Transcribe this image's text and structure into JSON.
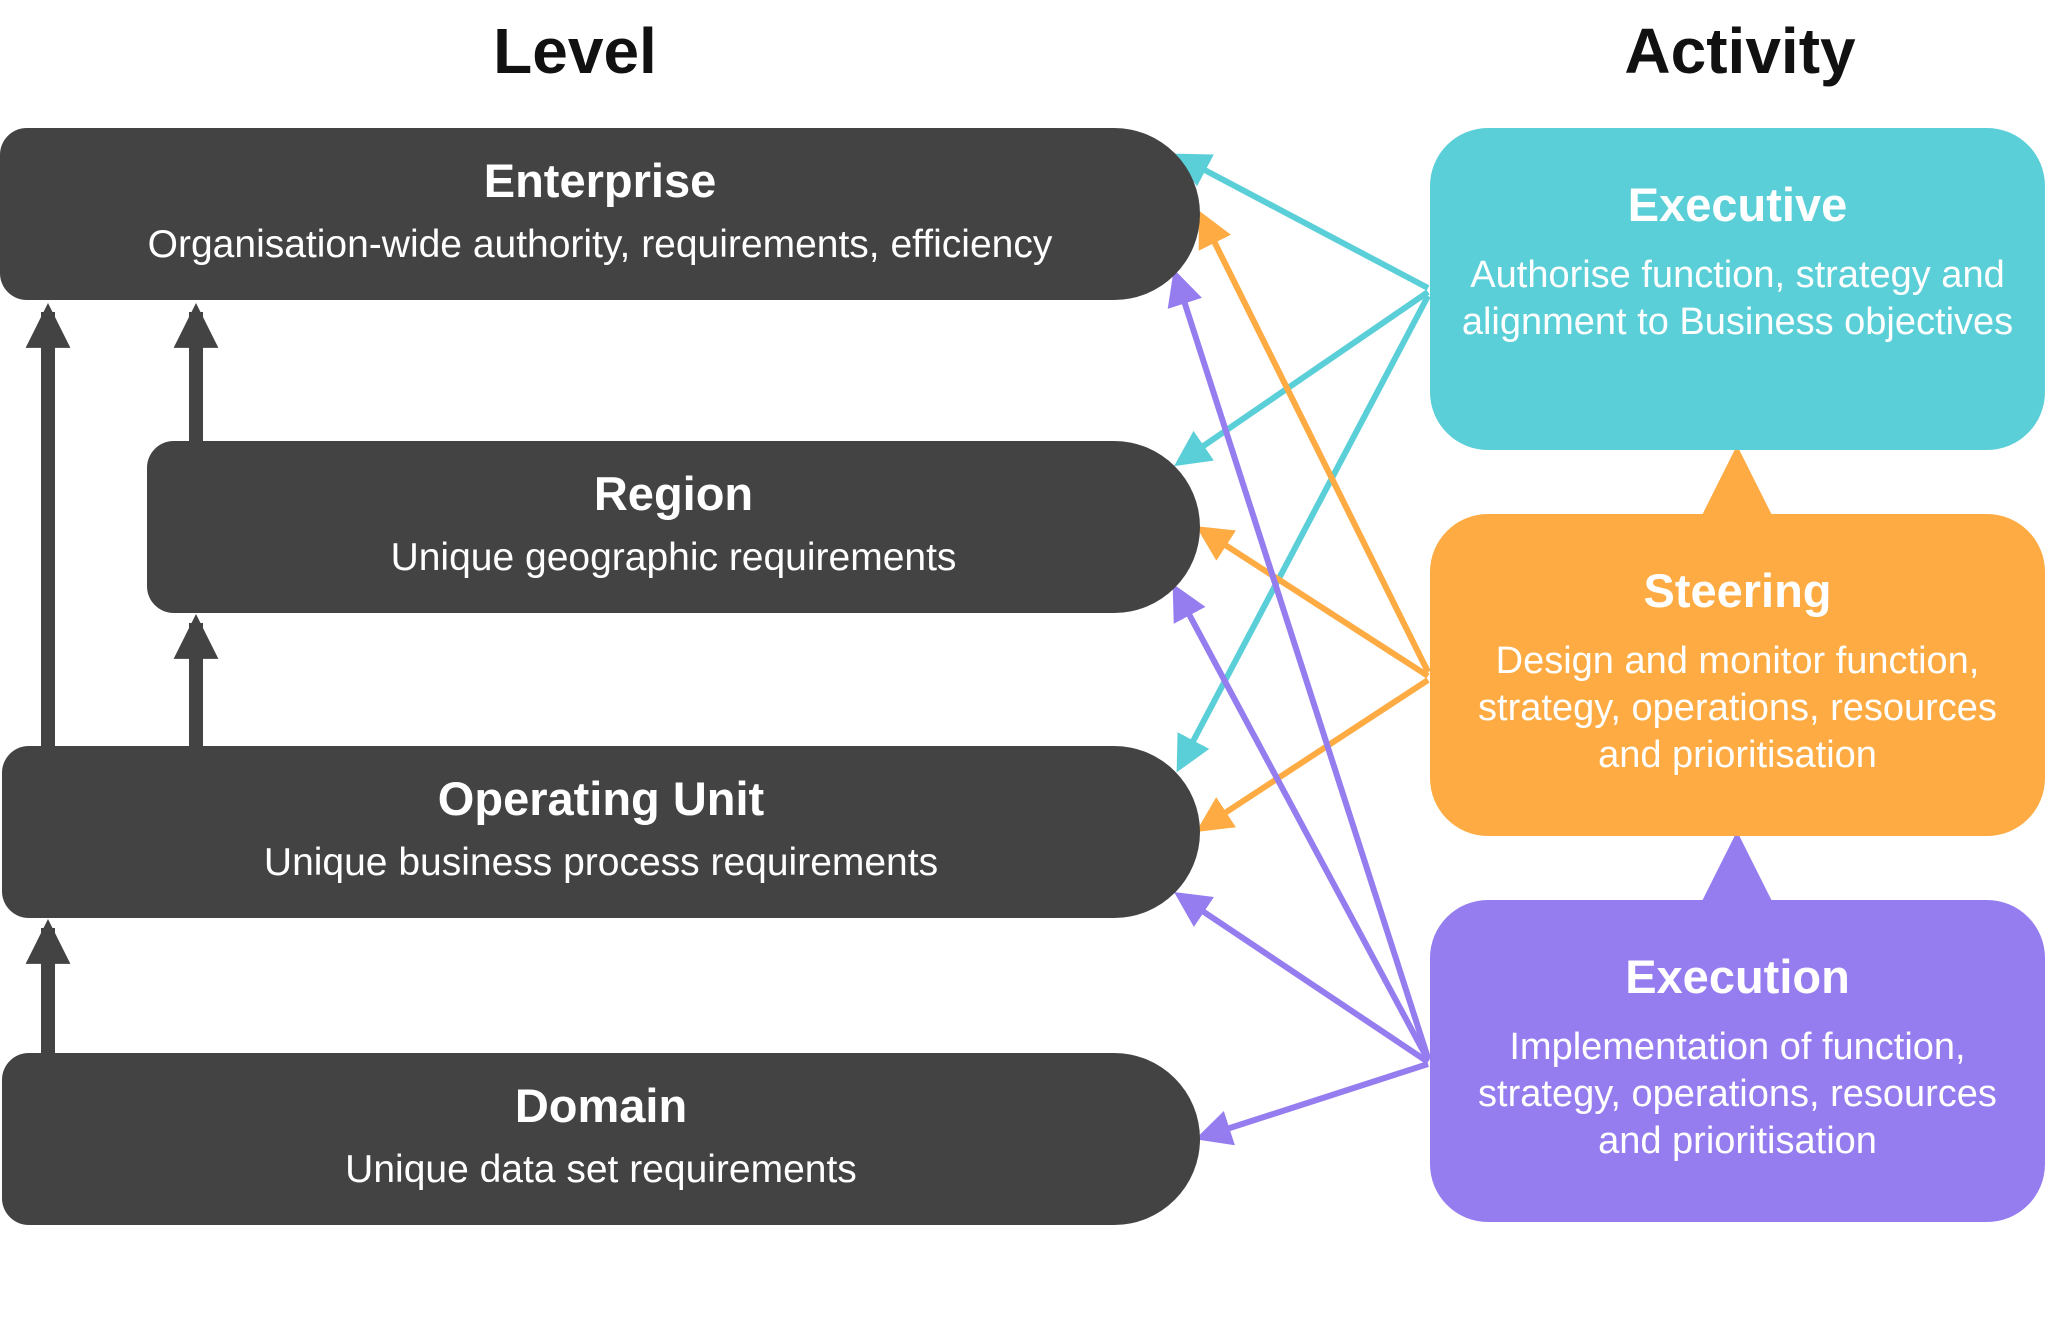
{
  "headings": {
    "level": "Level",
    "activity": "Activity"
  },
  "levels": [
    {
      "title": "Enterprise",
      "description": "Organisation-wide authority, requirements, efficiency"
    },
    {
      "title": "Region",
      "description": "Unique geographic requirements"
    },
    {
      "title": "Operating Unit",
      "description": "Unique business process requirements"
    },
    {
      "title": "Domain",
      "description": "Unique data set requirements"
    }
  ],
  "activities": [
    {
      "title": "Executive",
      "description": "Authorise function, strategy and alignment to Business objectives",
      "color": "#5bcfd8"
    },
    {
      "title": "Steering",
      "description": "Design and monitor function, strategy, operations, resources and prioritisation",
      "color": "#fdab42"
    },
    {
      "title": "Execution",
      "description": "Implementation of function, strategy, operations, resources and prioritisation",
      "color": "#957df0"
    }
  ],
  "colors": {
    "level": "#434343",
    "executive": "#5bcfd8",
    "steering": "#fdab42",
    "execution": "#957df0"
  }
}
